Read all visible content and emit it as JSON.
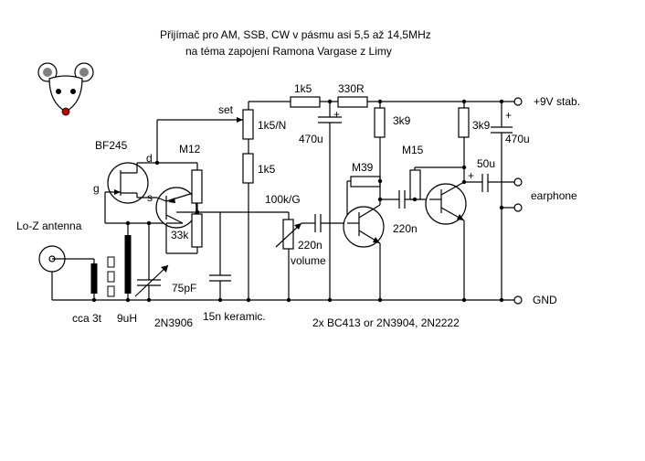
{
  "title": {
    "line1": "Přijímač pro AM, SSB, CW v pásmu asi 5,5 až 14,5MHz",
    "line2": "na téma zapojení Ramona Vargase z Limy"
  },
  "labels": {
    "bf245": "BF245",
    "drain": "d",
    "gate": "g",
    "source": "s",
    "m12": "M12",
    "r33k": "33k",
    "antenna": "Lo-Z antenna",
    "coil_turns": "cca 3t",
    "coil_l": "9uH",
    "trim_cap": "75pF",
    "transistor_pnp": "2N3906",
    "cap_15n": "15n keramic.",
    "set": "set",
    "r1k5n": "1k5/N",
    "r1k5_lower": "1k5",
    "r1k5_top": "1k5",
    "r330": "330R",
    "c470_left": "470u",
    "plus_left": "+",
    "pot_100k": "100k/G",
    "c220_volume": "220n",
    "volume": "volume",
    "m39": "M39",
    "r3k9_left": "3k9",
    "c220_mid": "220n",
    "m15": "M15",
    "r3k9_right": "3k9",
    "c50u": "50u",
    "plus_50u": "+",
    "c470_right": "470u",
    "plus_right": "+",
    "supply": "+9V stab.",
    "earphone": "earphone",
    "gnd": "GND",
    "transistors_note": "2x BC413 or 2N3904, 2N2222"
  },
  "colors": {
    "wire": "#000000",
    "mouse_nose": "#c00000",
    "mouse_gray": "#808080"
  },
  "icons": {
    "mascot": "mouse-icon"
  }
}
